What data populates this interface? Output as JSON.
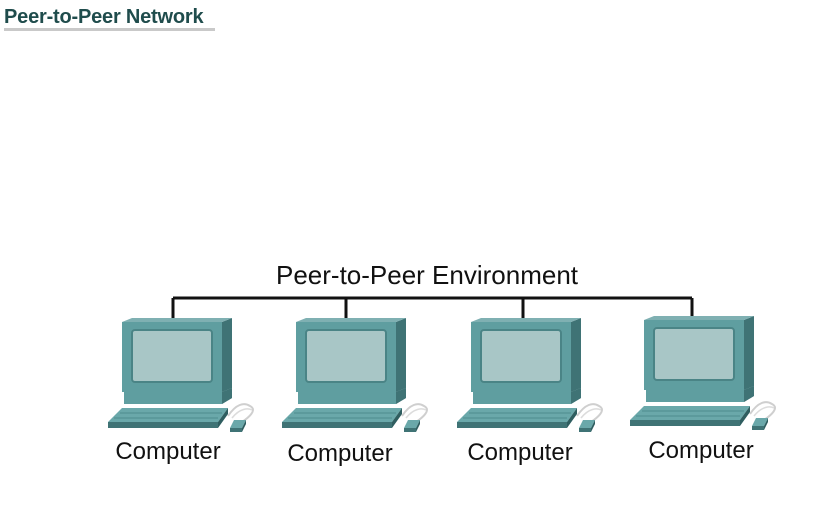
{
  "title": "Peer-to-Peer Network",
  "diagram": {
    "environment_label": "Peer-to-Peer Environment",
    "computers": [
      {
        "label": "Computer",
        "icon": "desktop-computer-icon"
      },
      {
        "label": "Computer",
        "icon": "desktop-computer-icon"
      },
      {
        "label": "Computer",
        "icon": "desktop-computer-icon"
      },
      {
        "label": "Computer",
        "icon": "desktop-computer-icon"
      }
    ],
    "colors": {
      "title": "#1f4c4c",
      "computer_body": "#5f9ea0",
      "computer_dark": "#3f7375",
      "screen": "#a8c6c6",
      "line": "#111111"
    }
  }
}
